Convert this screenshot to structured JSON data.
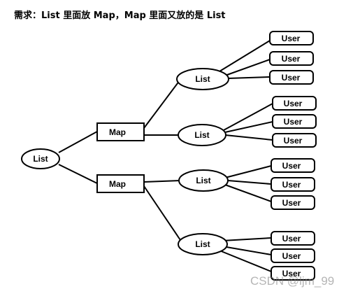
{
  "title": "需求：List 里面放 Map，Map 里面又放的是 List",
  "nodes": {
    "root": "List",
    "map_1": "Map",
    "map_2": "Map",
    "list_1": "List",
    "list_2": "List",
    "list_3": "List",
    "list_4": "List",
    "users": [
      "User",
      "User",
      "User",
      "User",
      "User",
      "User",
      "User",
      "User",
      "User",
      "User",
      "User",
      "User"
    ]
  },
  "watermark": "CSDN @ljm_99",
  "colors": {
    "stroke": "#000000",
    "background": "#ffffff",
    "watermark": "#787878"
  }
}
